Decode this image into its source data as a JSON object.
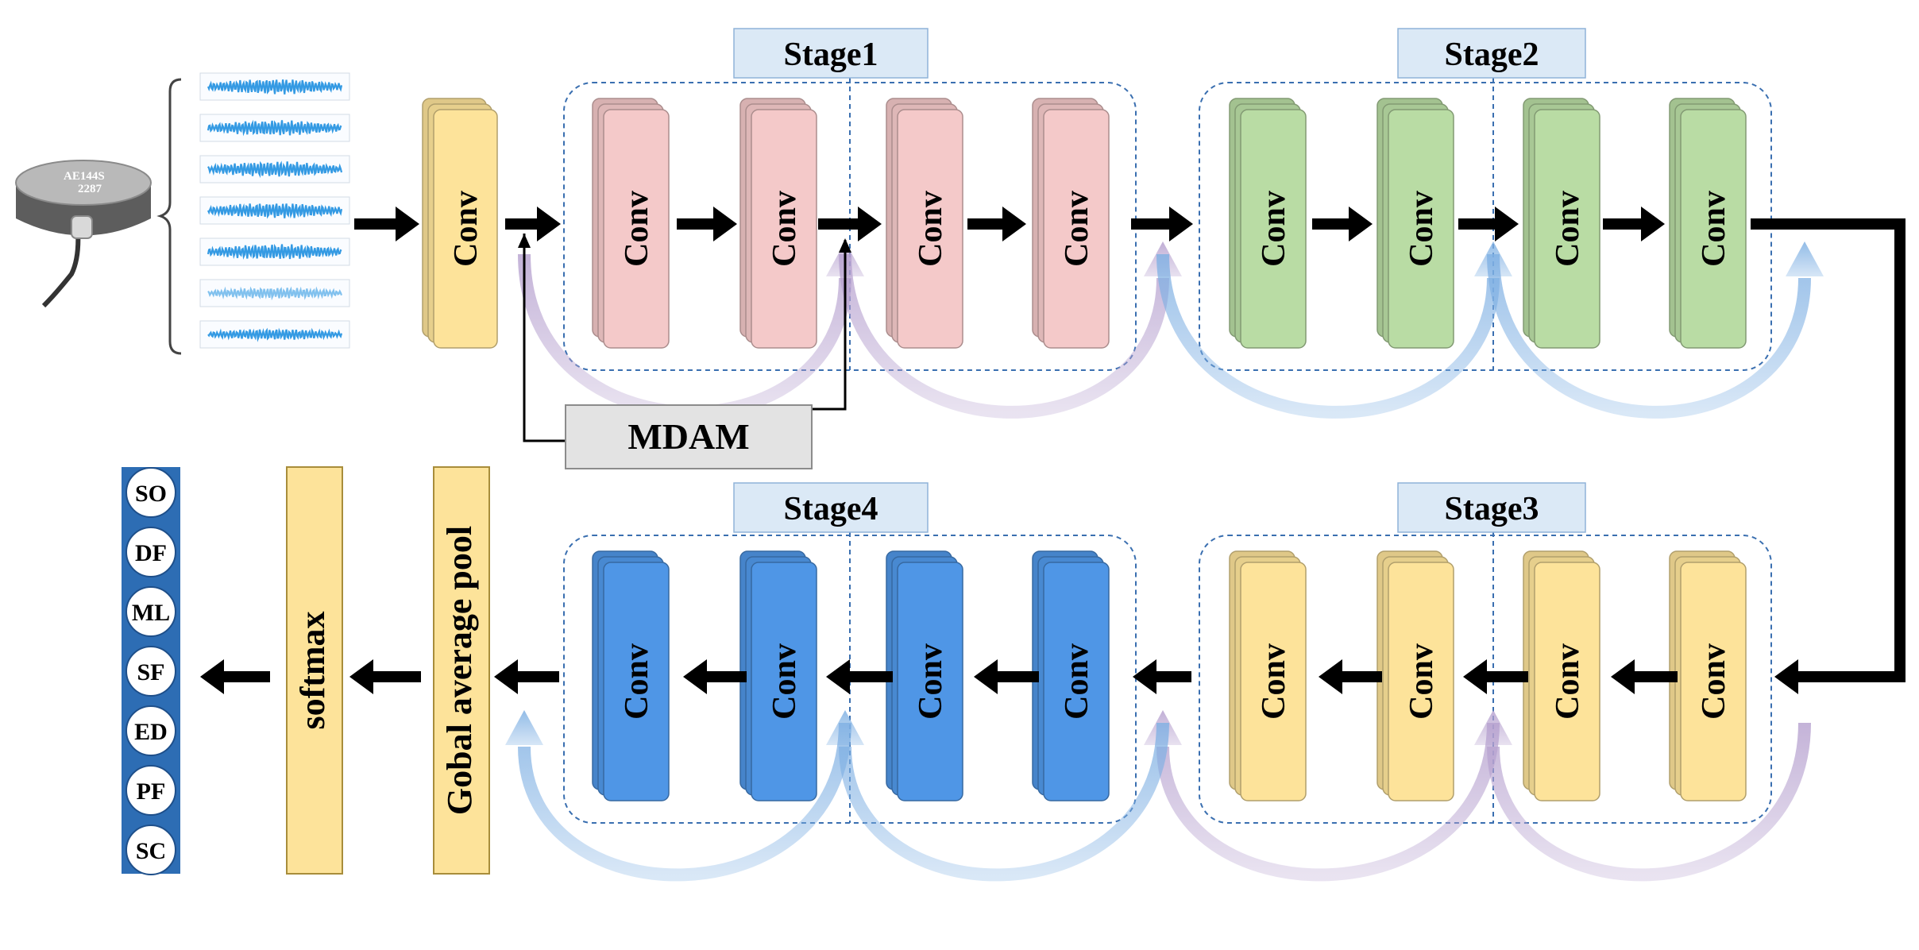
{
  "sensor": {
    "label_line1": "AE144S",
    "label_line2": "2287"
  },
  "waveform_count": 7,
  "input_conv": {
    "label": "Conv"
  },
  "mdam": {
    "label": "MDAM"
  },
  "stages": [
    {
      "title": "Stage1",
      "conv_labels": [
        "Conv",
        "Conv",
        "Conv",
        "Conv"
      ]
    },
    {
      "title": "Stage2",
      "conv_labels": [
        "Conv",
        "Conv",
        "Conv",
        "Conv"
      ]
    },
    {
      "title": "Stage3",
      "conv_labels": [
        "Conv",
        "Conv",
        "Conv",
        "Conv"
      ]
    },
    {
      "title": "Stage4",
      "conv_labels": [
        "Conv",
        "Conv",
        "Conv",
        "Conv"
      ]
    }
  ],
  "pool": {
    "label": "Gobal average pool"
  },
  "softmax": {
    "label": "softmax"
  },
  "classes": [
    "SO",
    "DF",
    "ML",
    "SF",
    "ED",
    "PF",
    "SC"
  ],
  "colors": {
    "input_conv": "#fde39a",
    "stage1": "#f4c9c9",
    "stage2": "#b9dca4",
    "stage3": "#fde39a",
    "stage4": "#4f96e6",
    "pool": "#fde39a",
    "softmax": "#fde39a",
    "mdam_box": "#e3e3e3",
    "stage_tag": "#dbe9f6",
    "class_bar": "#2d6db4",
    "skip_purple": "#b6a1cf",
    "skip_blue": "#7fb0e3"
  }
}
